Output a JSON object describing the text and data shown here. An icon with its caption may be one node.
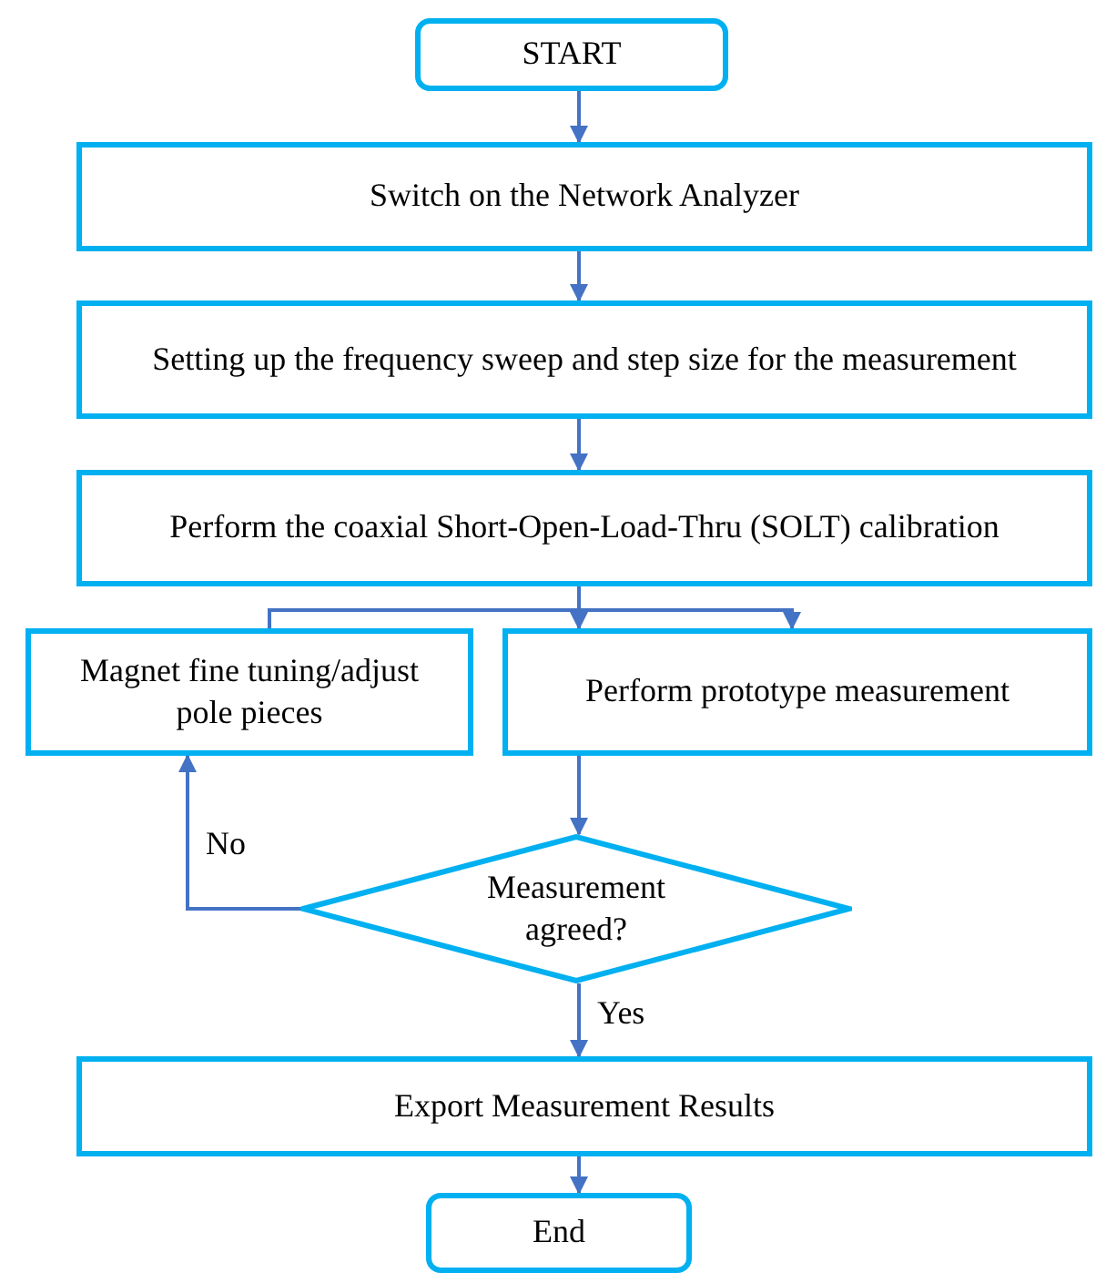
{
  "diagram": {
    "nodes": [
      {
        "text": [
          "START"
        ]
      },
      {
        "text": [
          "Switch on the Network Analyzer"
        ]
      },
      {
        "text": [
          "Setting up the frequency sweep and step size for the measurement"
        ]
      },
      {
        "text": [
          "Perform the coaxial Short-Open-Load-Thru (SOLT) calibration"
        ]
      },
      {
        "text": [
          "Magnet fine tuning/adjust pole pieces"
        ]
      },
      {
        "text": [
          "Perform prototype measurement"
        ]
      },
      {
        "text": [
          "Measurement agreed?"
        ]
      },
      {
        "text": [
          "Export Measurement Results"
        ]
      },
      {
        "text": [
          "End"
        ]
      }
    ],
    "edges": [
      {
        "from": 0,
        "to": 1,
        "arrow": "to"
      },
      {
        "from": 1,
        "to": 2,
        "arrow": "to"
      },
      {
        "from": 2,
        "to": 3,
        "arrow": "to"
      },
      {
        "from": 3,
        "to": 5,
        "arrow": "to"
      },
      {
        "from": 5,
        "to": 6,
        "arrow": "to"
      },
      {
        "from": 6,
        "to": 4,
        "arrow": "to",
        "label": "No"
      },
      {
        "from": 4,
        "to": 5,
        "arrow": "to"
      },
      {
        "from": 6,
        "to": 7,
        "arrow": "to",
        "label": "Yes"
      },
      {
        "from": 7,
        "to": 8,
        "arrow": "to"
      }
    ]
  }
}
